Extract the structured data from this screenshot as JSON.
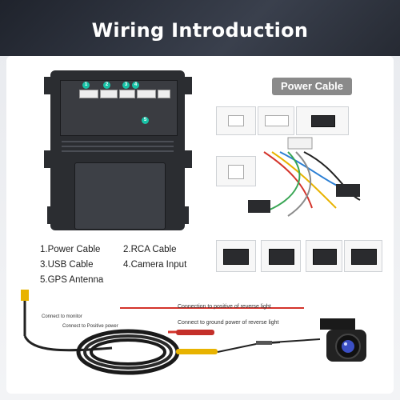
{
  "title": "Wiring Introduction",
  "power_cable_label": "Power Cable",
  "legend": [
    {
      "num": "1",
      "text": "1.Power Cable"
    },
    {
      "num": "2",
      "text": "2.RCA Cable"
    },
    {
      "num": "3",
      "text": "3.USB Cable"
    },
    {
      "num": "4",
      "text": "4.Camera Input"
    },
    {
      "num": "5",
      "text": "5.GPS Antenna"
    }
  ],
  "camera": {
    "connect_to_monitor": "Connect to monitor",
    "connect_to_positive_power": "Connect to Positive power",
    "connect_to_positive_reverse": "Connection to positive of reverse light",
    "connect_to_ground_reverse": "Connect to ground power of reverse light"
  },
  "colors": {
    "accent_badge": "#17c2a6",
    "header_bg": "#2a2f3a",
    "rca_yellow": "#e8b300",
    "wire_red": "#d4342b"
  }
}
